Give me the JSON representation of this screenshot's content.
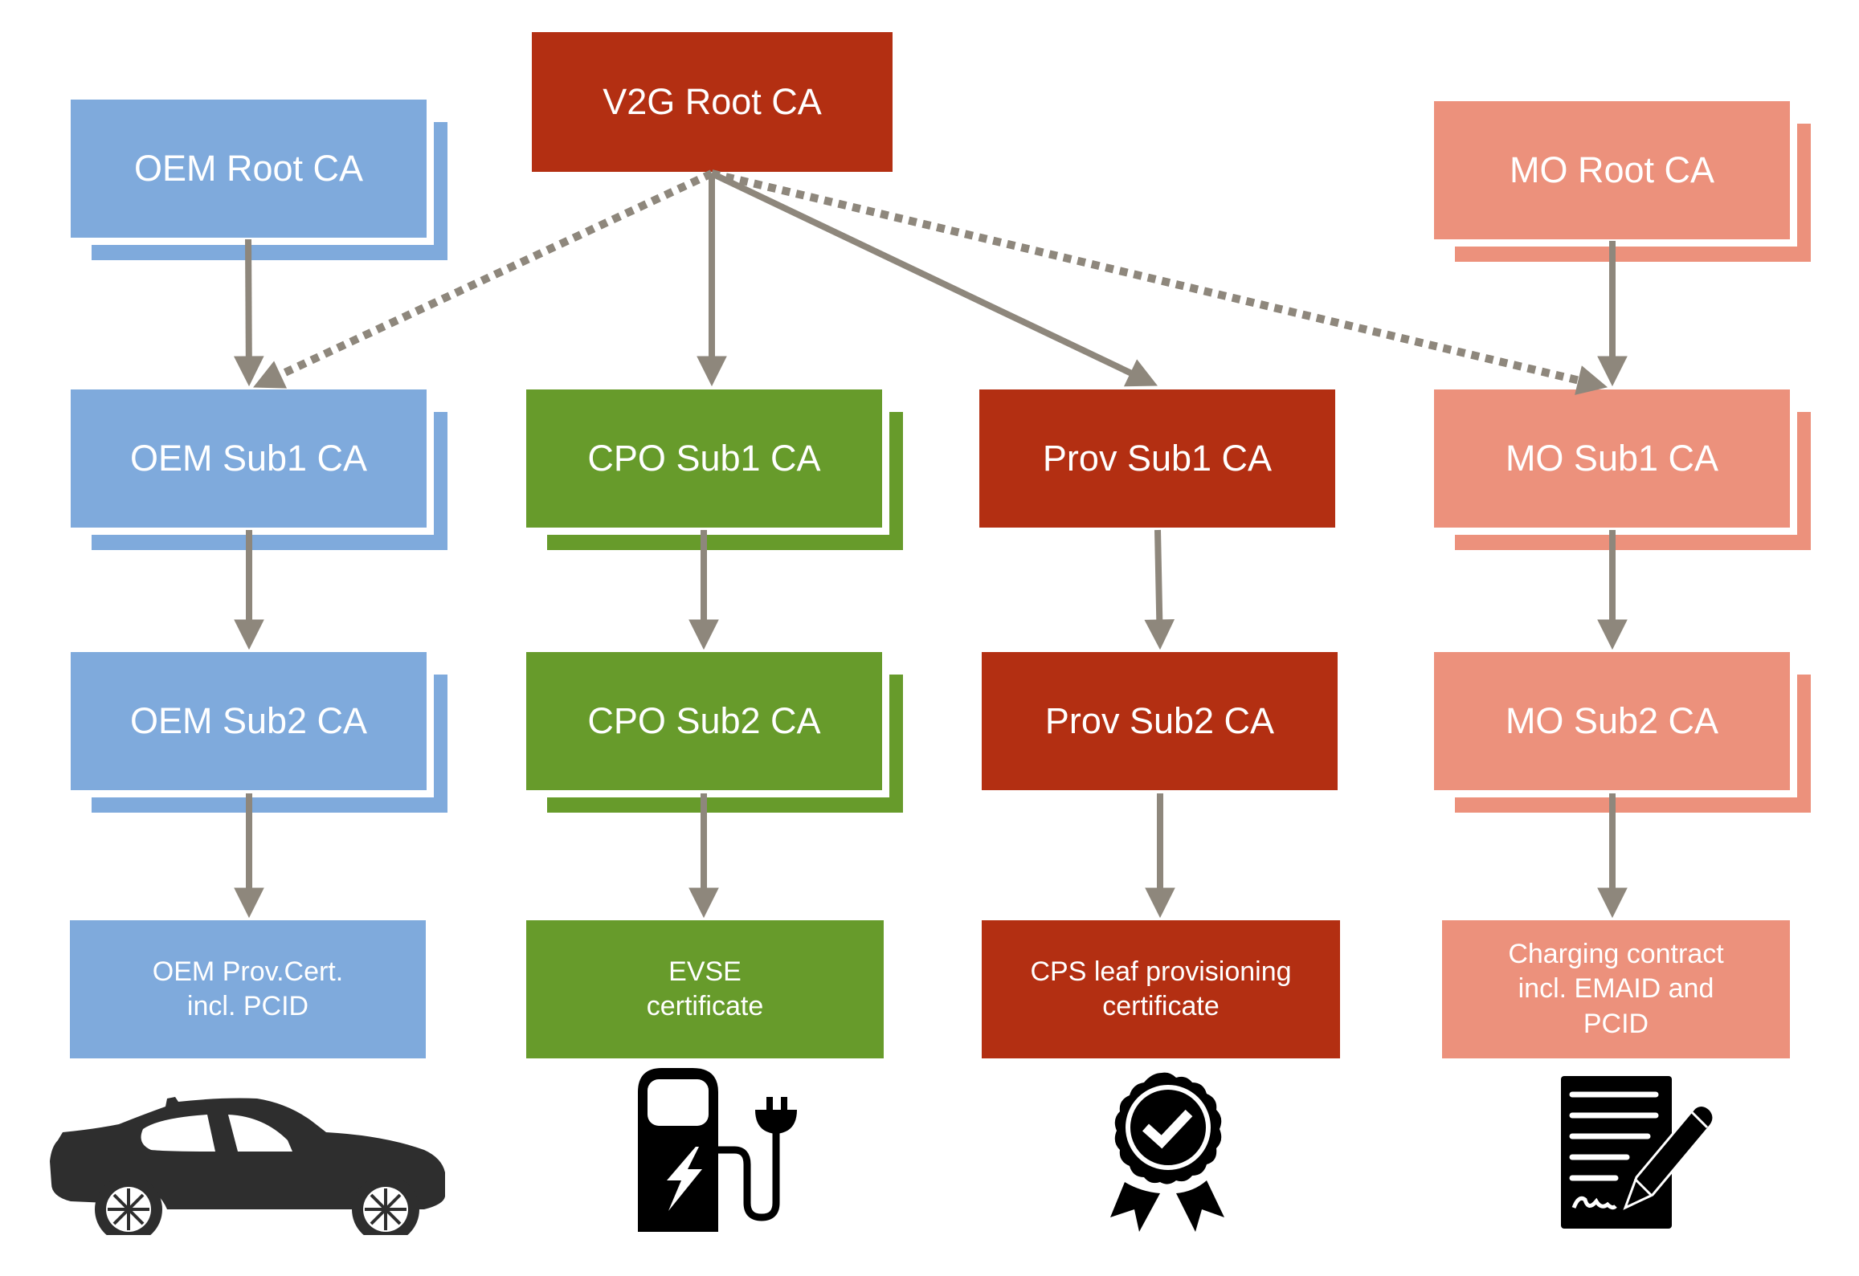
{
  "title": "V2G PKI certificate hierarchy",
  "colors": {
    "oem": "#7FAADC",
    "cpo": "#679B2B",
    "v2g_prov": "#B32F12",
    "mo": "#EC917C",
    "arrow": "#8E877C",
    "icon": "#000000",
    "car": "#2E2E2E"
  },
  "nodes": {
    "v2g_root": "V2G Root CA",
    "oem_root": "OEM Root CA",
    "mo_root": "MO Root CA",
    "oem_sub1": "OEM Sub1 CA",
    "cpo_sub1": "CPO Sub1 CA",
    "prov_sub1": "Prov Sub1 CA",
    "mo_sub1": "MO Sub1 CA",
    "oem_sub2": "OEM Sub2 CA",
    "cpo_sub2": "CPO Sub2 CA",
    "prov_sub2": "Prov Sub2 CA",
    "mo_sub2": "MO Sub2 CA",
    "oem_leaf": "OEM Prov.Cert.\nincl. PCID",
    "evse_leaf": "EVSE\ncertificate",
    "cps_leaf": "CPS leaf provisioning\ncertificate",
    "contract_leaf": "Charging contract\nincl. EMAID and\nPCID"
  },
  "edges": [
    {
      "from": "oem_root",
      "to": "oem_sub1",
      "style": "solid"
    },
    {
      "from": "v2g_root",
      "to": "oem_sub1",
      "style": "dotted"
    },
    {
      "from": "v2g_root",
      "to": "cpo_sub1",
      "style": "solid"
    },
    {
      "from": "v2g_root",
      "to": "prov_sub1",
      "style": "solid"
    },
    {
      "from": "v2g_root",
      "to": "mo_sub1",
      "style": "dotted"
    },
    {
      "from": "mo_root",
      "to": "mo_sub1",
      "style": "solid"
    },
    {
      "from": "oem_sub1",
      "to": "oem_sub2",
      "style": "solid"
    },
    {
      "from": "cpo_sub1",
      "to": "cpo_sub2",
      "style": "solid"
    },
    {
      "from": "prov_sub1",
      "to": "prov_sub2",
      "style": "solid"
    },
    {
      "from": "mo_sub1",
      "to": "mo_sub2",
      "style": "solid"
    },
    {
      "from": "oem_sub2",
      "to": "oem_leaf",
      "style": "solid"
    },
    {
      "from": "cpo_sub2",
      "to": "evse_leaf",
      "style": "solid"
    },
    {
      "from": "prov_sub2",
      "to": "cps_leaf",
      "style": "solid"
    },
    {
      "from": "mo_sub2",
      "to": "contract_leaf",
      "style": "solid"
    }
  ],
  "icons": {
    "oem": "car-icon",
    "cpo": "ev-charger-icon",
    "prov": "certificate-badge-icon",
    "mo": "signed-contract-icon"
  }
}
